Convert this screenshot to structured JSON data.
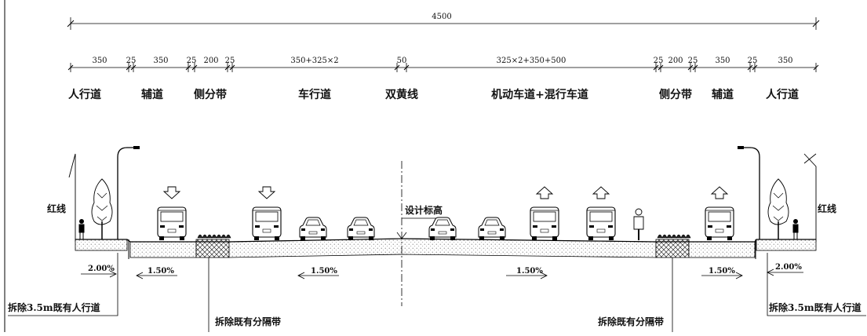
{
  "total_width": "4500",
  "segment_dims": [
    "350",
    "25",
    "350",
    "25",
    "200",
    "25",
    "350+325×2",
    "50",
    "325×2+350+500",
    "25",
    "200",
    "25",
    "350",
    "25",
    "350"
  ],
  "lane_names": [
    "人行道",
    "辅道",
    "侧分带",
    "车行道",
    "双黄线",
    "机动车道+混行车道",
    "侧分带",
    "辅道",
    "人行道"
  ],
  "red_line_label": "红线",
  "design_elevation_label": "设计标高",
  "slopes": [
    "2.00%",
    "1.50%",
    "1.50%",
    "1.50%",
    "1.50%",
    "2.00%"
  ],
  "notes": {
    "remove_sidewalk": "拆除3.5m既有人行道",
    "remove_divider": "拆除既有分隔带"
  },
  "icons": [
    "arrow-down-icon",
    "arrow-up-icon",
    "bus-icon",
    "car-icon",
    "tree-icon",
    "street-lamp-icon",
    "pedestrian-icon",
    "cyclist-icon",
    "hedge-icon"
  ]
}
